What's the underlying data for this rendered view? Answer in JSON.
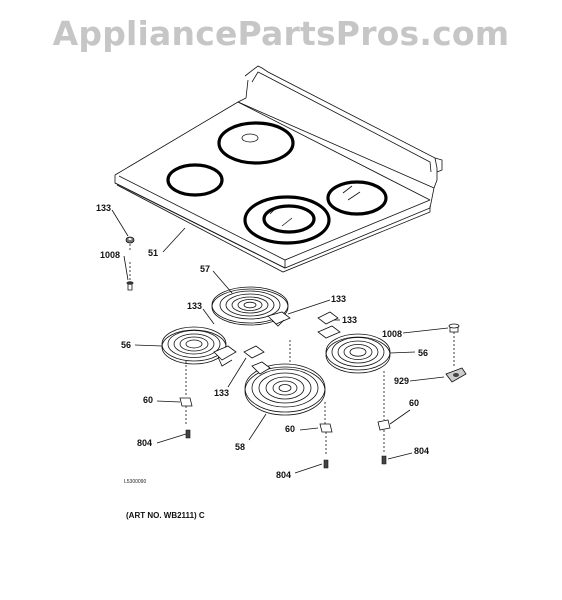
{
  "watermark": "AppliancePartsPros.com",
  "callouts": {
    "c133_a": "133",
    "c1008_a": "1008",
    "c51": "51",
    "c57": "57",
    "c133_b": "133",
    "c133_c": "133",
    "c133_d": "133",
    "c56_left": "56",
    "c133_e": "133",
    "c1008_b": "1008",
    "c56_right": "56",
    "c929": "929",
    "c60_left": "60",
    "c60_right": "60",
    "c60_mid": "60",
    "c804_left": "804",
    "c58": "58",
    "c804_mid": "804",
    "c804_right": "804"
  },
  "diagram_code": "L5300090",
  "art_number": "(ART NO. WB2111) C"
}
